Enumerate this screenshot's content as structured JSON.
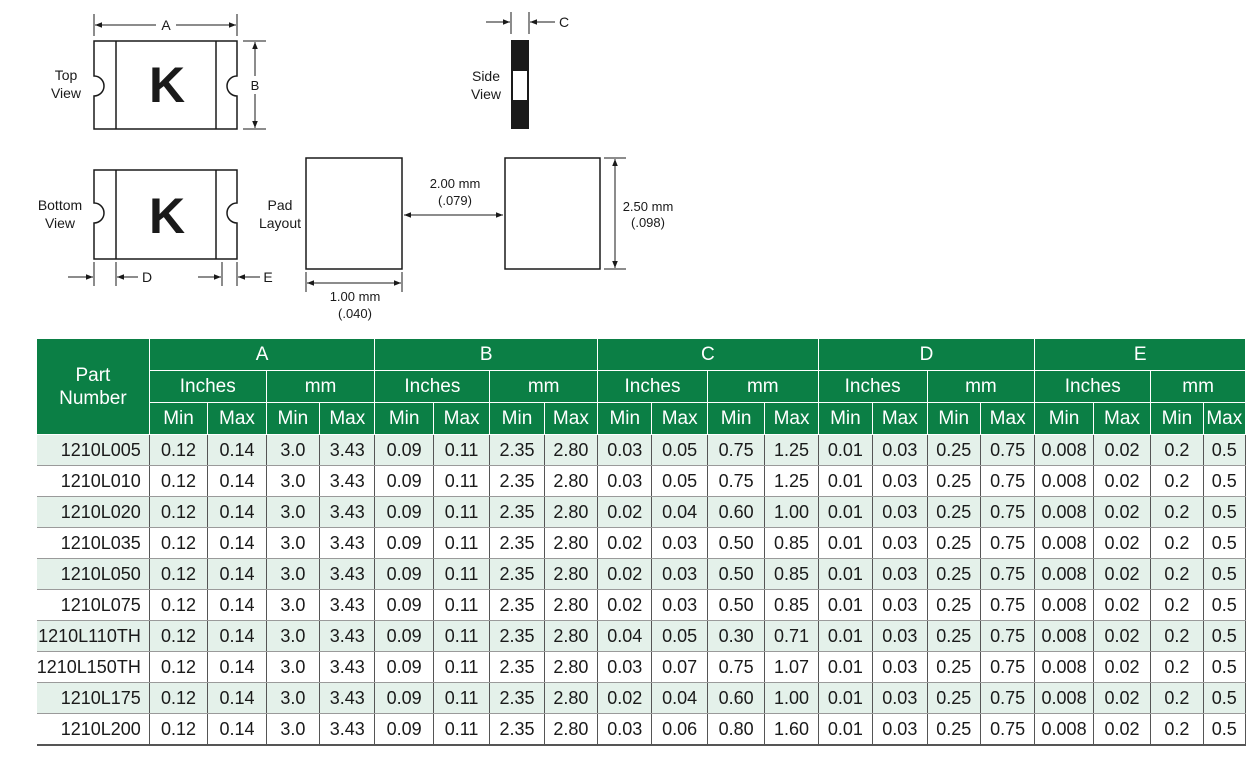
{
  "diagram": {
    "labels": {
      "top_view": [
        "Top",
        "View"
      ],
      "bottom_view": [
        "Bottom",
        "View"
      ],
      "side_view": [
        "Side",
        "View"
      ],
      "pad_layout": [
        "Pad",
        "Layout"
      ],
      "marking": "K",
      "dim_a": "A",
      "dim_b": "B",
      "dim_c": "C",
      "dim_d": "D",
      "dim_e": "E",
      "pad_gap": [
        "2.00 mm",
        "(.079)"
      ],
      "pad_height": [
        "2.50 mm",
        "(.098)"
      ],
      "pad_width": [
        "1.00 mm",
        "(.040)"
      ]
    }
  },
  "table": {
    "header_color": "#0b7f45",
    "stripe_color": "#e4f1ea",
    "part_header": [
      "Part",
      "Number"
    ],
    "groups": [
      "A",
      "B",
      "C",
      "D",
      "E"
    ],
    "units": [
      "Inches",
      "mm"
    ],
    "minmax": [
      "Min",
      "Max"
    ],
    "rows": [
      [
        "1210L005",
        "0.12",
        "0.14",
        "3.0",
        "3.43",
        "0.09",
        "0.11",
        "2.35",
        "2.80",
        "0.03",
        "0.05",
        "0.75",
        "1.25",
        "0.01",
        "0.03",
        "0.25",
        "0.75",
        "0.008",
        "0.02",
        "0.2",
        "0.5"
      ],
      [
        "1210L010",
        "0.12",
        "0.14",
        "3.0",
        "3.43",
        "0.09",
        "0.11",
        "2.35",
        "2.80",
        "0.03",
        "0.05",
        "0.75",
        "1.25",
        "0.01",
        "0.03",
        "0.25",
        "0.75",
        "0.008",
        "0.02",
        "0.2",
        "0.5"
      ],
      [
        "1210L020",
        "0.12",
        "0.14",
        "3.0",
        "3.43",
        "0.09",
        "0.11",
        "2.35",
        "2.80",
        "0.02",
        "0.04",
        "0.60",
        "1.00",
        "0.01",
        "0.03",
        "0.25",
        "0.75",
        "0.008",
        "0.02",
        "0.2",
        "0.5"
      ],
      [
        "1210L035",
        "0.12",
        "0.14",
        "3.0",
        "3.43",
        "0.09",
        "0.11",
        "2.35",
        "2.80",
        "0.02",
        "0.03",
        "0.50",
        "0.85",
        "0.01",
        "0.03",
        "0.25",
        "0.75",
        "0.008",
        "0.02",
        "0.2",
        "0.5"
      ],
      [
        "1210L050",
        "0.12",
        "0.14",
        "3.0",
        "3.43",
        "0.09",
        "0.11",
        "2.35",
        "2.80",
        "0.02",
        "0.03",
        "0.50",
        "0.85",
        "0.01",
        "0.03",
        "0.25",
        "0.75",
        "0.008",
        "0.02",
        "0.2",
        "0.5"
      ],
      [
        "1210L075",
        "0.12",
        "0.14",
        "3.0",
        "3.43",
        "0.09",
        "0.11",
        "2.35",
        "2.80",
        "0.02",
        "0.03",
        "0.50",
        "0.85",
        "0.01",
        "0.03",
        "0.25",
        "0.75",
        "0.008",
        "0.02",
        "0.2",
        "0.5"
      ],
      [
        "1210L110TH",
        "0.12",
        "0.14",
        "3.0",
        "3.43",
        "0.09",
        "0.11",
        "2.35",
        "2.80",
        "0.04",
        "0.05",
        "0.30",
        "0.71",
        "0.01",
        "0.03",
        "0.25",
        "0.75",
        "0.008",
        "0.02",
        "0.2",
        "0.5"
      ],
      [
        "1210L150TH",
        "0.12",
        "0.14",
        "3.0",
        "3.43",
        "0.09",
        "0.11",
        "2.35",
        "2.80",
        "0.03",
        "0.07",
        "0.75",
        "1.07",
        "0.01",
        "0.03",
        "0.25",
        "0.75",
        "0.008",
        "0.02",
        "0.2",
        "0.5"
      ],
      [
        "1210L175",
        "0.12",
        "0.14",
        "3.0",
        "3.43",
        "0.09",
        "0.11",
        "2.35",
        "2.80",
        "0.02",
        "0.04",
        "0.60",
        "1.00",
        "0.01",
        "0.03",
        "0.25",
        "0.75",
        "0.008",
        "0.02",
        "0.2",
        "0.5"
      ],
      [
        "1210L200",
        "0.12",
        "0.14",
        "3.0",
        "3.43",
        "0.09",
        "0.11",
        "2.35",
        "2.80",
        "0.03",
        "0.06",
        "0.80",
        "1.60",
        "0.01",
        "0.03",
        "0.25",
        "0.75",
        "0.008",
        "0.02",
        "0.2",
        "0.5"
      ]
    ]
  }
}
